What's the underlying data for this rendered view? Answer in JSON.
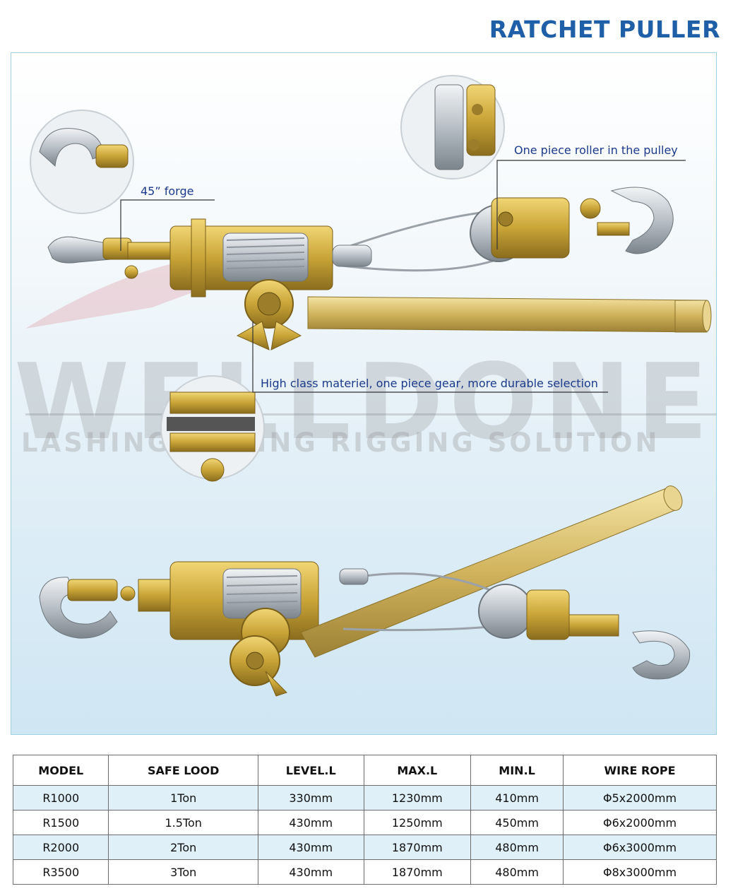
{
  "page": {
    "title": "RATCHET PULLER"
  },
  "watermark": {
    "brand": "WELLDONE",
    "tagline": "LASHING LIFTING RIGGING SOLUTION"
  },
  "callouts": {
    "forge": "45”  forge",
    "roller": "One piece roller in the pulley",
    "gear": "High class materiel, one piece gear, more durable selection"
  },
  "colors": {
    "title": "#1f5fa8",
    "callout_text": "#1b3a8c",
    "row_highlight": "#dff0f8",
    "brass": "#c9a437",
    "steel": "#c7cdd3"
  },
  "spec_table": {
    "headers": [
      "MODEL",
      "SAFE LOOD",
      "LEVEL.L",
      "MAX.L",
      "MIN.L",
      "WIRE ROPE"
    ],
    "rows": [
      [
        "R1000",
        "1Ton",
        "330mm",
        "1230mm",
        "410mm",
        "Φ5x2000mm"
      ],
      [
        "R1500",
        "1.5Ton",
        "430mm",
        "1250mm",
        "450mm",
        "Φ6x2000mm"
      ],
      [
        "R2000",
        "2Ton",
        "430mm",
        "1870mm",
        "480mm",
        "Φ6x3000mm"
      ],
      [
        "R3500",
        "3Ton",
        "430mm",
        "1870mm",
        "480mm",
        "Φ8x3000mm"
      ]
    ]
  }
}
